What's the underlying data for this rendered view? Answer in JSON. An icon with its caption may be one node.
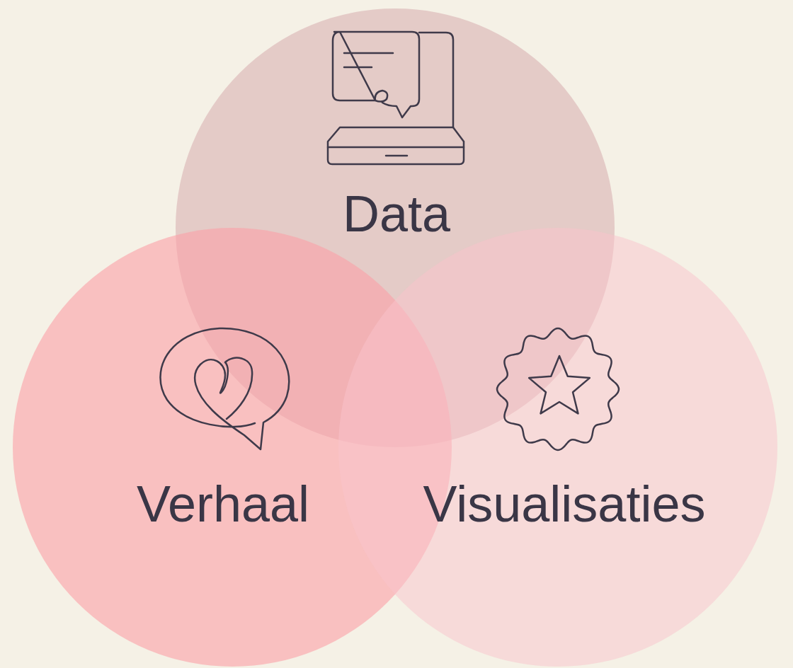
{
  "diagram": {
    "nodes": [
      {
        "text": [
          "Data"
        ]
      },
      {
        "text": [
          "Verhaal"
        ]
      },
      {
        "text": [
          "Visualisaties"
        ]
      }
    ]
  }
}
